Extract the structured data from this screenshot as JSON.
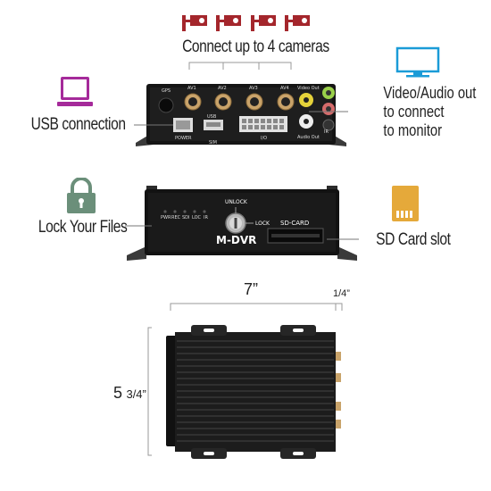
{
  "top": {
    "camera_icon": "security-camera-icon",
    "camera_color": "#a4262c",
    "cameras_label": "Connect up to 4 cameras",
    "usb_label": "USB connection",
    "usb_icon": "laptop-icon",
    "usb_icon_color": "#a52a9a",
    "video_label": [
      "Video/Audio out",
      "to connect",
      "to monitor"
    ],
    "monitor_icon": "monitor-icon",
    "monitor_icon_color": "#1a9bd7",
    "rear_panel": {
      "gps": "GPS",
      "ports": [
        "AV1",
        "AV2",
        "AV3",
        "AV4"
      ],
      "video_out": "Video Out",
      "audio_out": "Audio Out",
      "usb": "USB",
      "power": "POWER",
      "sim": "SIM",
      "io": "I/O",
      "ir": "IR"
    }
  },
  "middle": {
    "lock_label": "Lock Your Files",
    "lock_icon": "padlock-icon",
    "lock_icon_color": "#6b8f7a",
    "sd_label": "SD Card slot",
    "sd_icon": "sd-card-icon",
    "sd_icon_color": "#e5a93a",
    "front_panel": {
      "unlock": "UNLOCK",
      "lock": "LOCK",
      "brand": "M-DVR",
      "sd_card": "SD-CARD",
      "leds": [
        "PWR",
        "REC",
        "SDI",
        "LOC",
        "IR"
      ]
    }
  },
  "bottom": {
    "width": "7”",
    "width_extra": "1/4”",
    "height_main": "5",
    "height_frac": "3/4”"
  }
}
